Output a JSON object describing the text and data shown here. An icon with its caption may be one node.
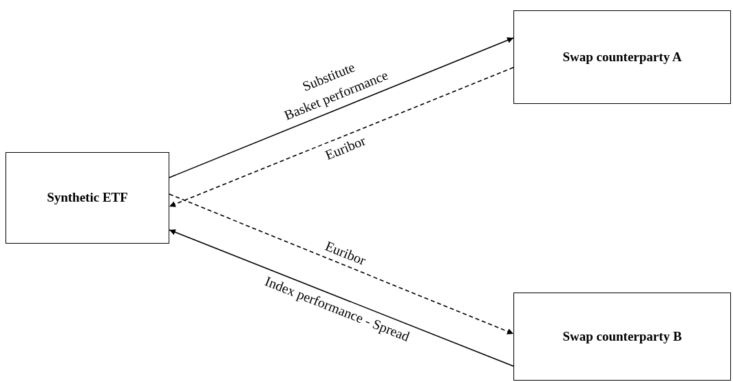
{
  "diagram": {
    "nodes": [
      {
        "text": [
          "Synthetic ETF"
        ]
      },
      {
        "text": [
          "Swap counterparty A"
        ]
      },
      {
        "text": [
          "Swap counterparty B"
        ]
      }
    ],
    "edges": [
      {
        "from": 0,
        "to": 1,
        "arrow": "to",
        "label": "Substitute Basket performance"
      },
      {
        "from": 1,
        "to": 0,
        "arrow": "to",
        "label": "Euribor",
        "style": "dashed"
      },
      {
        "from": 0,
        "to": 2,
        "arrow": "to",
        "label": "Euribor",
        "style": "dashed"
      },
      {
        "from": 2,
        "to": 0,
        "arrow": "to",
        "label": "Index performance - Spread"
      }
    ]
  }
}
